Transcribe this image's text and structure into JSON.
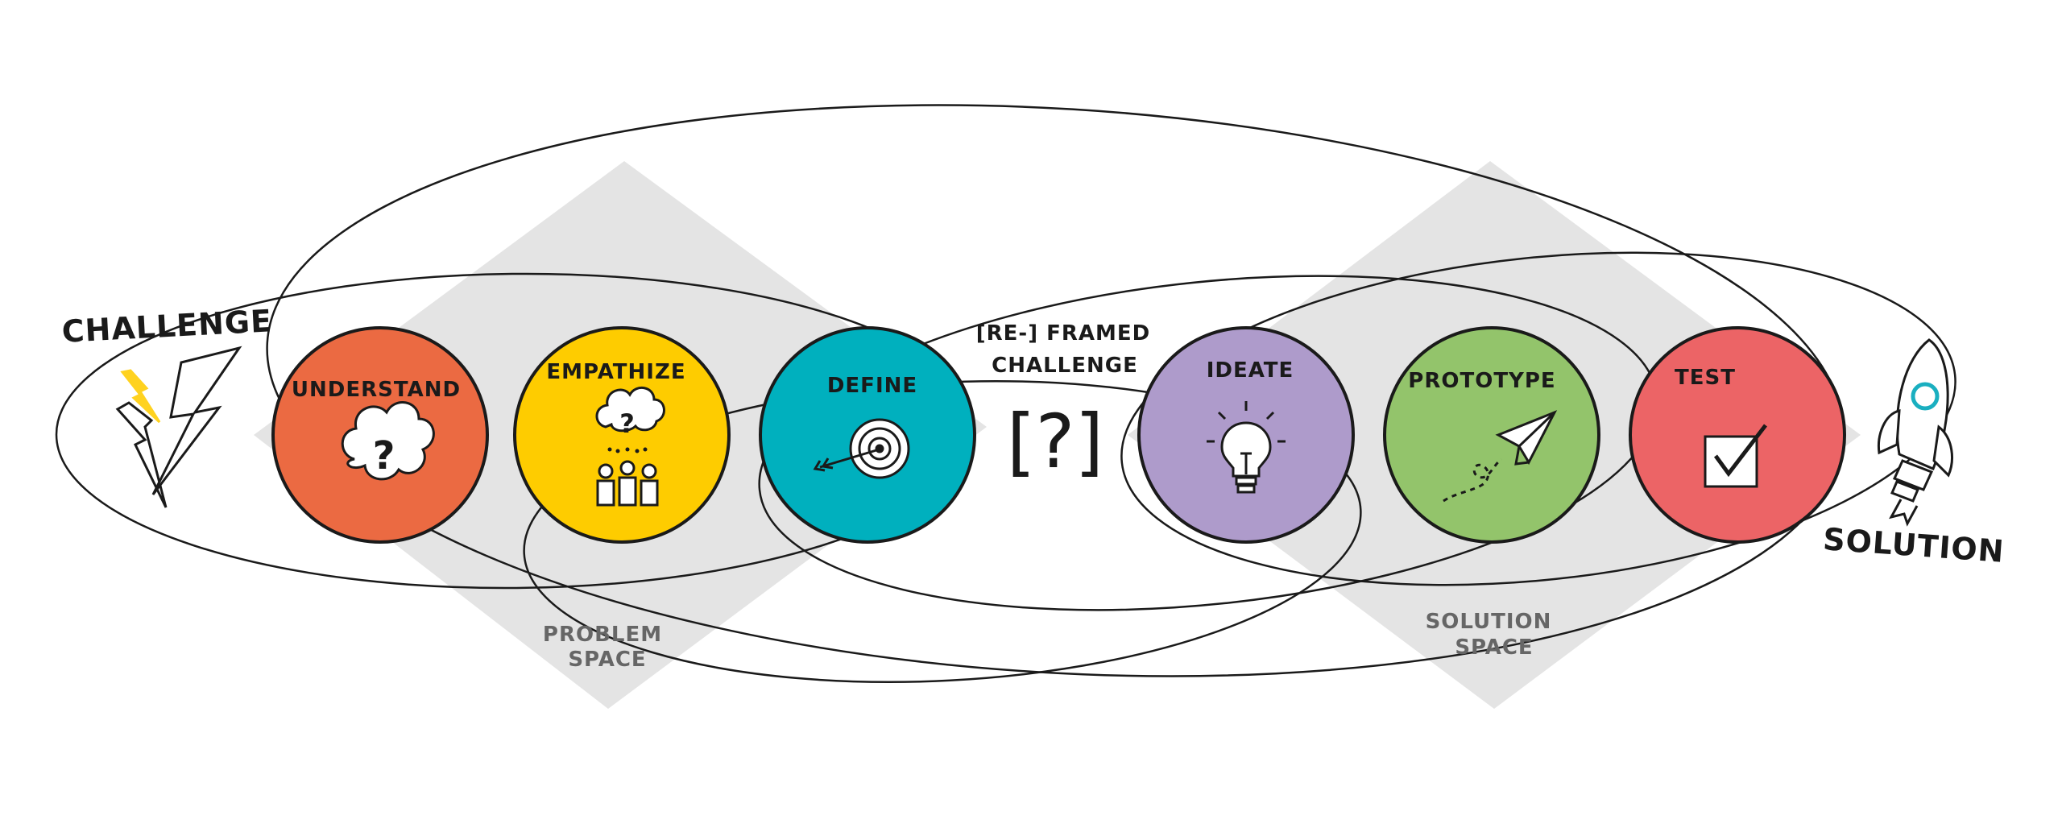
{
  "challenge_label": "CHALLENGE",
  "solution_label": "SOLUTION",
  "reframed": {
    "line1": "[RE-] FRAMED",
    "line2": "CHALLENGE",
    "symbol": "[?]"
  },
  "problem_space": {
    "line1": "PROBLEM",
    "line2": "SPACE"
  },
  "solution_space": {
    "line1": "SOLUTION",
    "line2": "SPACE"
  },
  "stages": [
    {
      "label": "UNDERSTAND",
      "color": "#EB6A42",
      "icon": "cloud-question-icon"
    },
    {
      "label": "EMPATHIZE",
      "color": "#FECC00",
      "icon": "people-question-icon"
    },
    {
      "label": "DEFINE",
      "color": "#00B0BE",
      "icon": "target-arrow-icon"
    },
    {
      "label": "IDEATE",
      "color": "#AE9BCB",
      "icon": "lightbulb-icon"
    },
    {
      "label": "PROTOTYPE",
      "color": "#93C46B",
      "icon": "paper-plane-icon"
    },
    {
      "label": "TEST",
      "color": "#EC6466",
      "icon": "checkbox-icon"
    }
  ],
  "colors": {
    "diamond": "#e4e4e4",
    "line": "#1a1a1a",
    "bolt_accent": "#FFD21F",
    "rocket_accent": "#1AAFC0",
    "space_text": "#666666"
  }
}
